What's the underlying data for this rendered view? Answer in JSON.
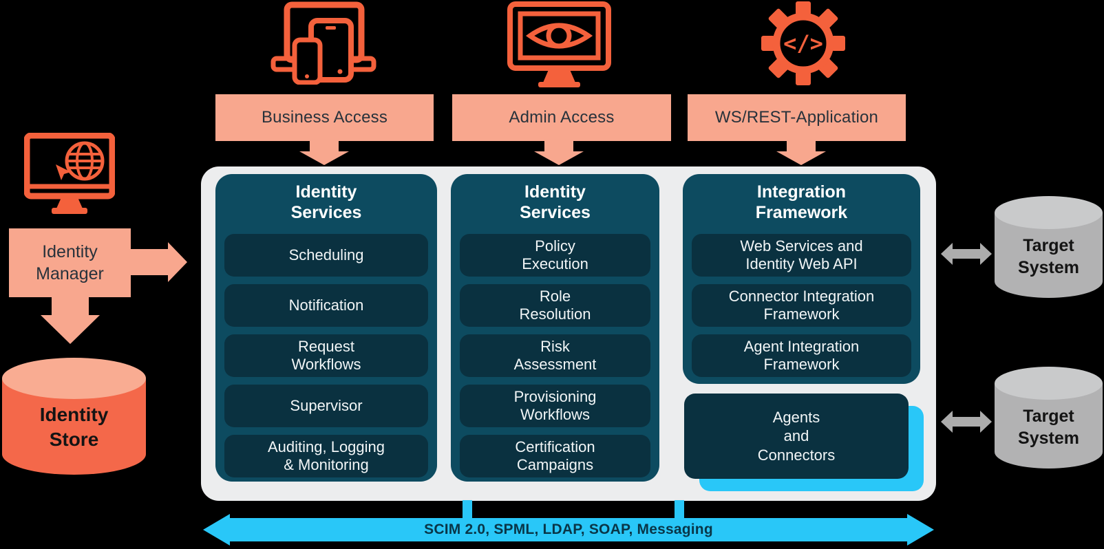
{
  "palette": {
    "background": "#000000",
    "orange": "#F4613C",
    "salmon": "#F8A78E",
    "salmon_light": "#F9AC92",
    "teal_column": "#0D4B60",
    "navy_box": "#0A3140",
    "cyan": "#29C7F8",
    "panel_gray": "#ECEDEE",
    "cylinder_gray": "#B2B2B3",
    "cylinder_gray_top": "#C9CACB",
    "arrow_gray": "#ACACAC",
    "label_text_dark": "#28323B",
    "protocol_text": "#093648"
  },
  "access_channels": [
    {
      "icon": "devices-icon",
      "label": "Business Access"
    },
    {
      "icon": "monitor-eye-icon",
      "label": "Admin Access"
    },
    {
      "icon": "gear-code-icon",
      "label": "WS/REST-Application",
      "code_glyph": "</>"
    }
  ],
  "identity_manager": {
    "icon": "monitor-globe-icon",
    "label": "Identity\nManager"
  },
  "identity_store": {
    "label": "Identity\nStore"
  },
  "platform": {
    "columns": [
      {
        "title": "Identity\nServices",
        "items": [
          "Scheduling",
          "Notification",
          "Request\nWorkflows",
          "Supervisor",
          "Auditing, Logging\n& Monitoring"
        ]
      },
      {
        "title": "Identity\nServices",
        "items": [
          "Policy\nExecution",
          "Role\nResolution",
          "Risk\nAssessment",
          "Provisioning\nWorkflows",
          "Certification\nCampaigns"
        ]
      },
      {
        "title": "Integration\nFramework",
        "items": [
          "Web Services and\nIdentity Web API",
          "Connector Integration\nFramework",
          "Agent Integration\nFramework"
        ]
      }
    ],
    "agents_box": {
      "label": "Agents\nand\nConnectors"
    }
  },
  "target_systems": [
    {
      "label": "Target\nSystem"
    },
    {
      "label": "Target\nSystem"
    }
  ],
  "protocol_bar": {
    "label": "SCIM 2.0, SPML, LDAP, SOAP, Messaging"
  }
}
